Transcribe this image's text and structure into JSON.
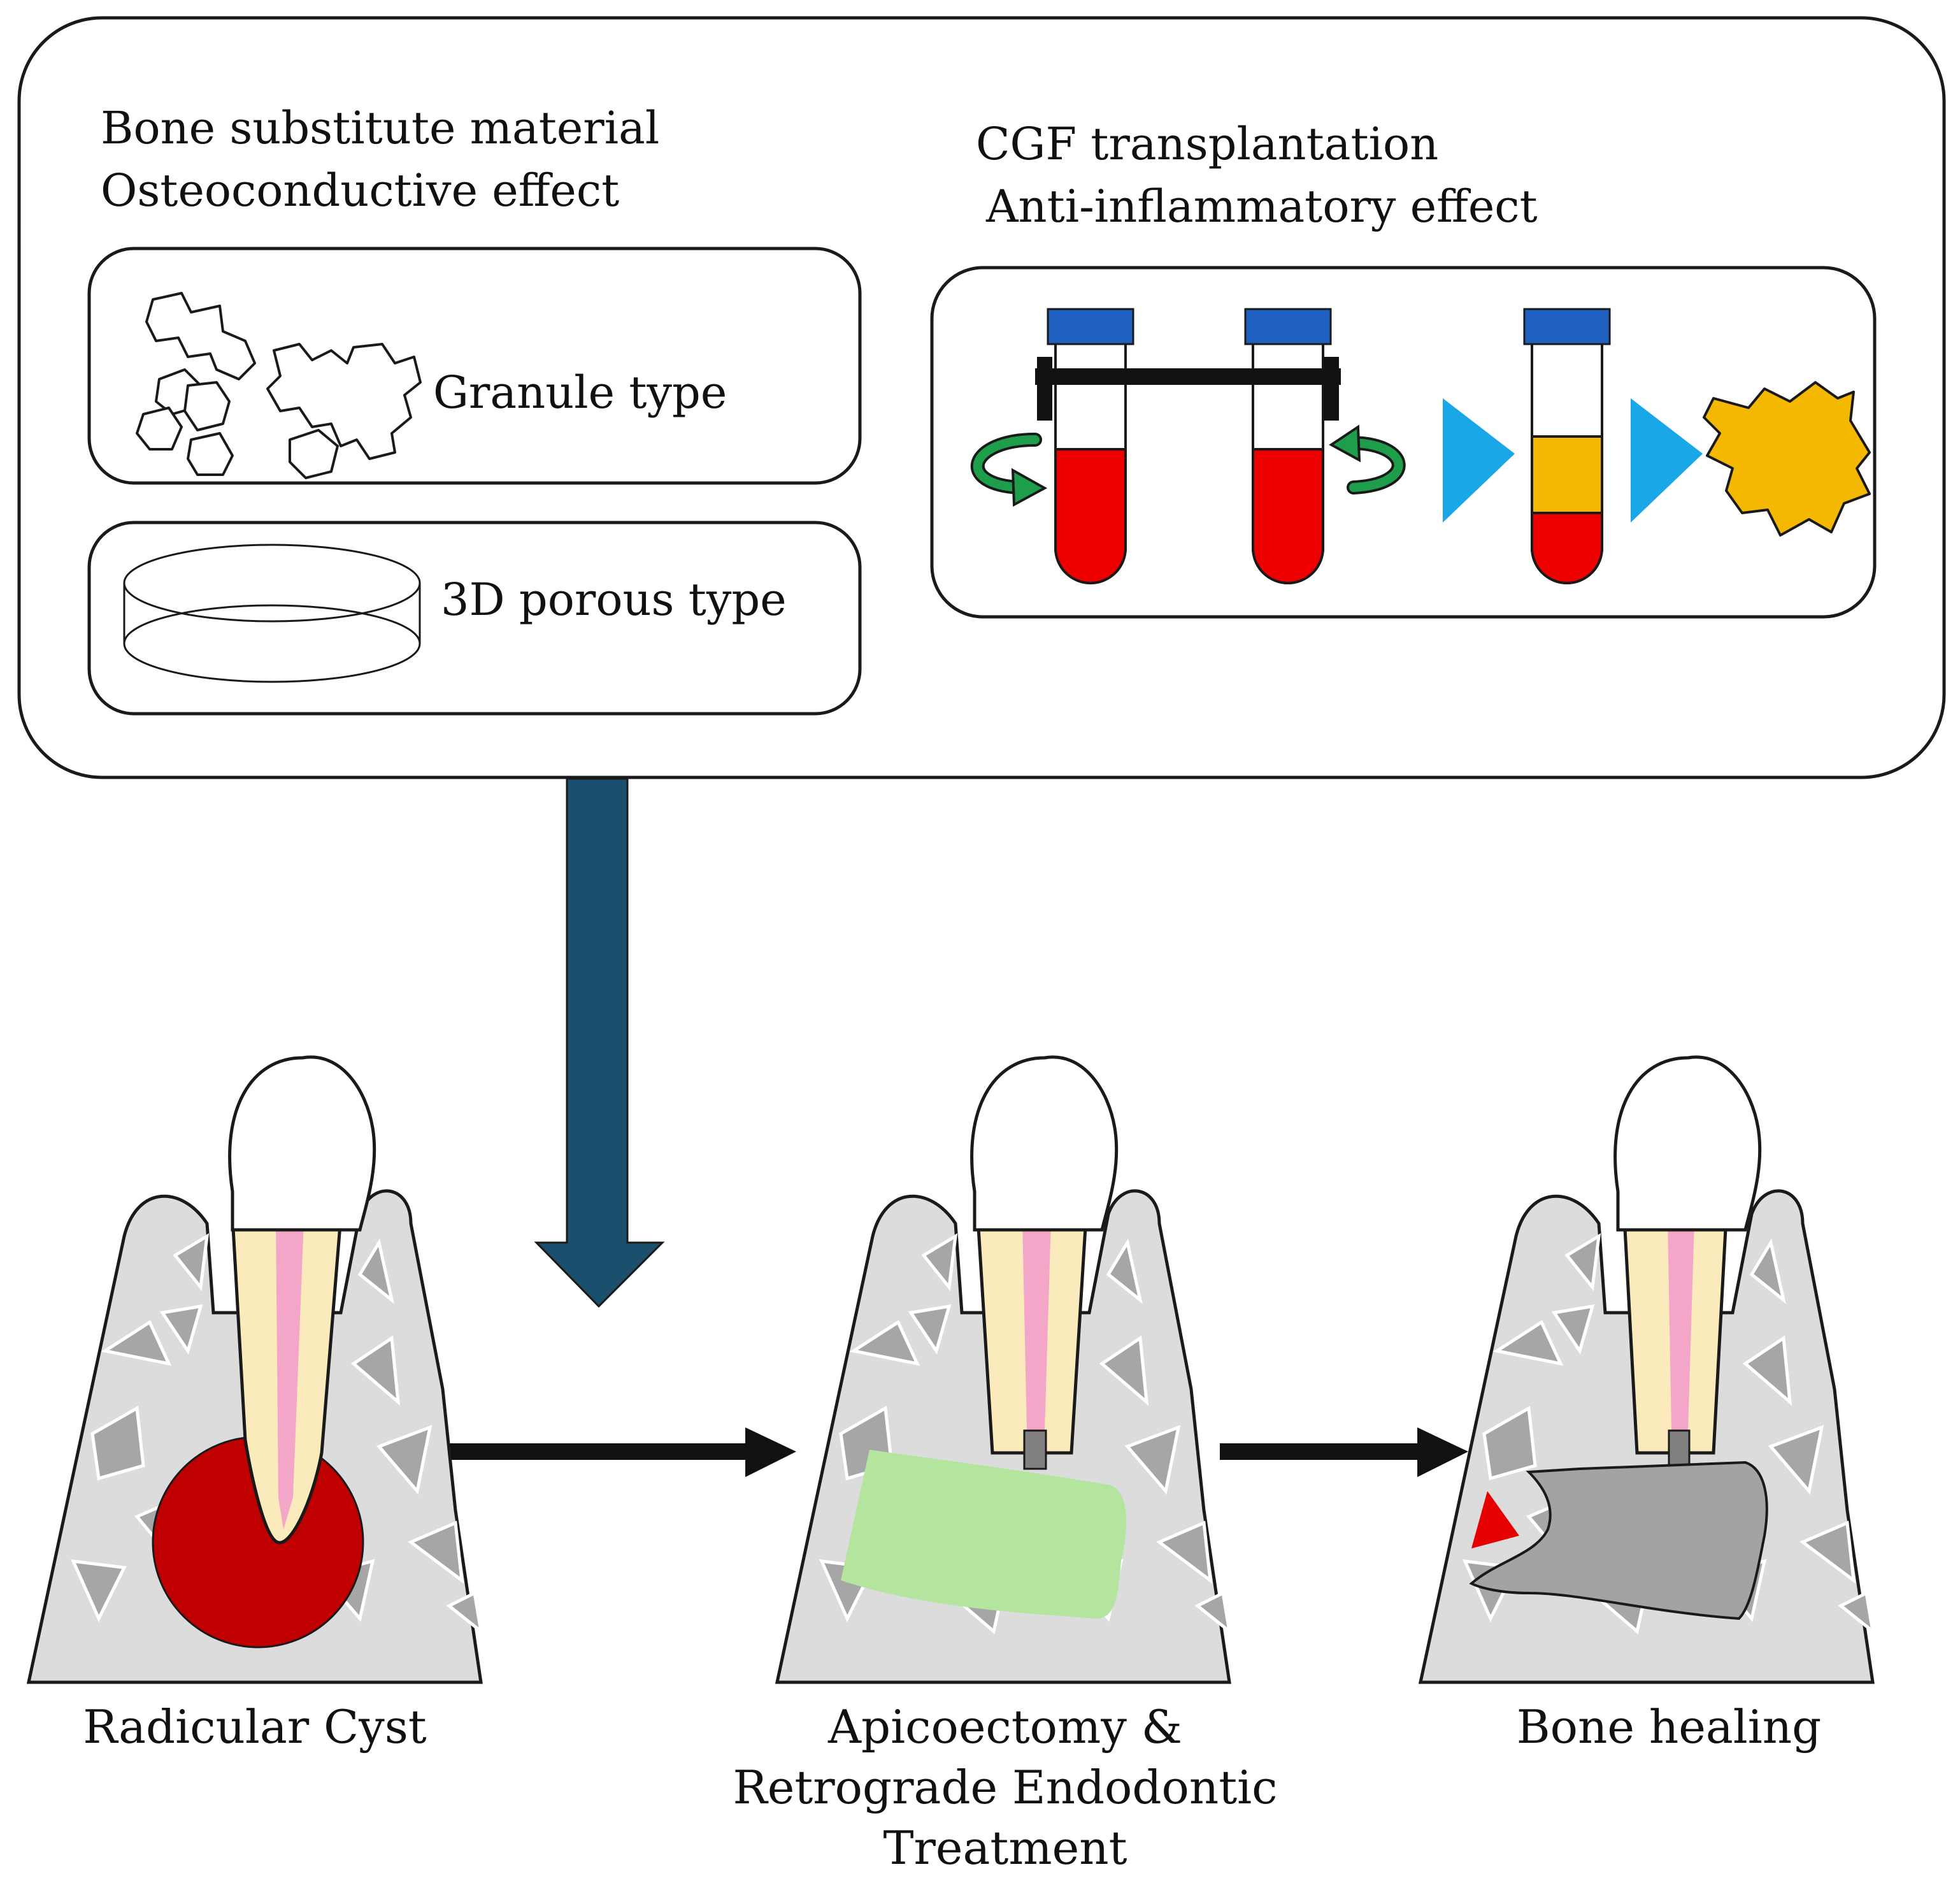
{
  "panel": {
    "bone_substitute": {
      "title": "Bone substitute material",
      "subtitle": "Osteoconductive effect",
      "granule_label": "Granule type",
      "porous_label": "3D porous type"
    },
    "cgf": {
      "title": "CGF transplantation",
      "subtitle": "Anti-inflammatory effect"
    }
  },
  "stages": [
    {
      "label_lines": [
        "Radicular Cyst"
      ]
    },
    {
      "label_lines": [
        "Apicoectomy &",
        "Retrograde Endodontic",
        "Treatment"
      ]
    },
    {
      "label_lines": [
        "Bone healing"
      ]
    }
  ],
  "colors": {
    "outline": "#1a1a1a",
    "blood": "#ee0000",
    "tube_cap": "#1f5fbf",
    "cgf_layer": "#f5b800",
    "flow_arrow": "#1aa7e8",
    "spin_arrow": "#1e9e4a",
    "big_arrow": "#1a4f6e",
    "bone": "#dcdcdc",
    "bone_texture": "#a6a6a6",
    "dentin": "#fbeabb",
    "pulp": "#f4a6c8",
    "cyst": "#c00000",
    "graft": "#b3e59f",
    "healed_bone": "#a3a3a3",
    "marker": "#e60000"
  }
}
